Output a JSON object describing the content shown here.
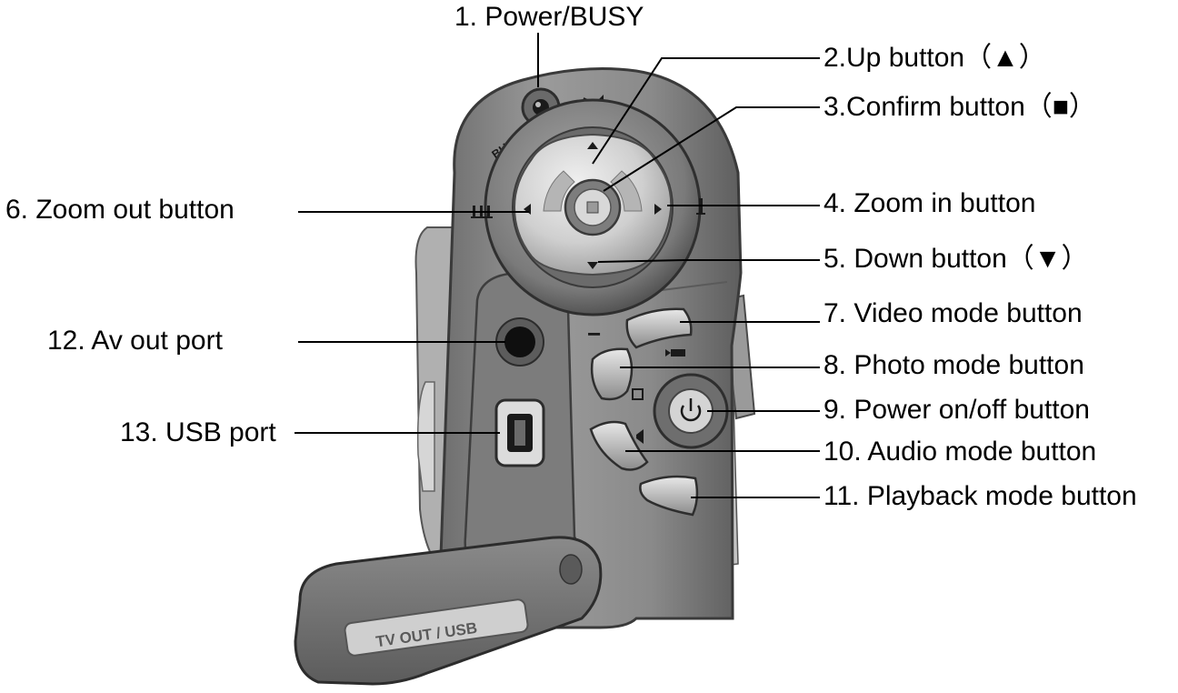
{
  "callouts": {
    "c1": "1. Power/BUSY",
    "c2": "2.Up button（▲）",
    "c3": "3.Confirm button（■）",
    "c4": "4. Zoom in button",
    "c5": "5. Down button（▼）",
    "c6": "6. Zoom out button",
    "c7": "7. Video mode button",
    "c8": "8. Photo mode button",
    "c9": "9. Power on/off button",
    "c10": "10. Audio mode button",
    "c11": "11. Playback mode button",
    "c12": "12. Av out port",
    "c13": "13. USB port"
  },
  "device": {
    "busy_label": "BUSY",
    "cover_label": "TV OUT / USB",
    "plus_label": "+",
    "minus_label": "−"
  },
  "colors": {
    "body": "#8a8a8a",
    "body_dark": "#5a5a5a",
    "ring": "#7d7d7d",
    "dpad": "#c9c9c9",
    "cover": "#707070",
    "line": "#000000"
  }
}
